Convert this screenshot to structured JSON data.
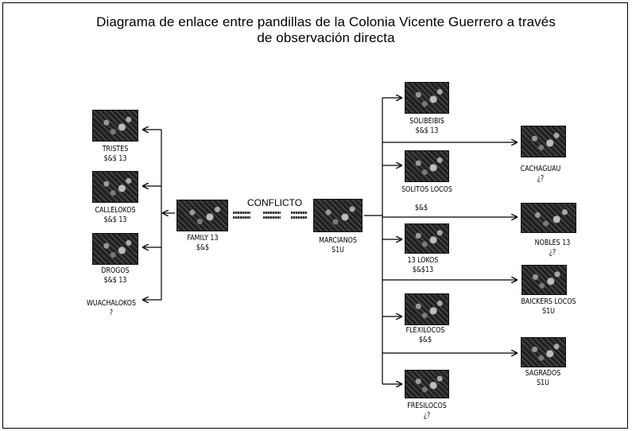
{
  "title": {
    "line1": "Diagrama de enlace entre pandillas de la  Colonia Vicente Guerrero a través",
    "line2": "de observación directa"
  },
  "conflict_label": "CONFLICTO",
  "center": {
    "family": {
      "name": "FAMILY 13",
      "tag": "$&$"
    },
    "marcianos": {
      "name": "MARCIANOS",
      "tag": "S1U"
    }
  },
  "left_gangs": [
    {
      "name": "TRISTES",
      "tag": "$&$ 13"
    },
    {
      "name": "CALLELOKOS",
      "tag": "$&$ 13"
    },
    {
      "name": "DROGOS",
      "tag": "$&$ 13"
    },
    {
      "name": "WUACHALOKOS",
      "tag": "?"
    }
  ],
  "right_inner": [
    {
      "name": "SOLIBEIBIS",
      "tag": "$&$ 13"
    },
    {
      "name": "SOLITOS LOCOS",
      "tag": ""
    },
    {
      "name": "13 LOKOS",
      "tag": "$&$13"
    },
    {
      "name": "FLEXILOCOS",
      "tag": "$&$"
    },
    {
      "name": "FRESILOCOS",
      "tag": "¿?"
    }
  ],
  "right_inner_trunk_label": "$&$",
  "right_outer": [
    {
      "name": "CACHAGUAU",
      "tag": "¿?"
    },
    {
      "name": "NOBLES 13",
      "tag": "¿?"
    },
    {
      "name": "BAICKERS LOCOS",
      "tag": "S1U"
    },
    {
      "name": "SAGRADOS",
      "tag": "S1U"
    }
  ]
}
